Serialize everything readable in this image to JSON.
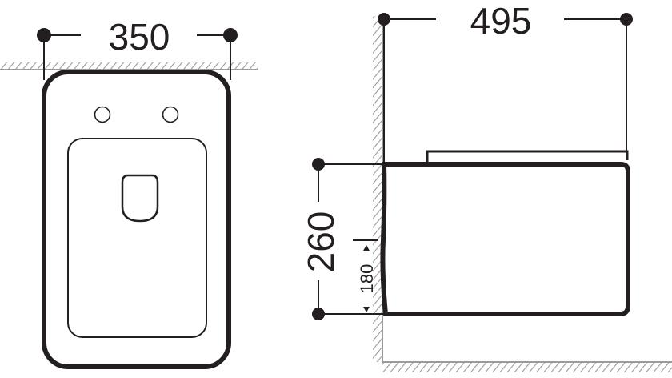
{
  "front_view": {
    "width_label": "350"
  },
  "side_view": {
    "depth_label": "495",
    "height_label": "260",
    "outlet_height_label": "180"
  },
  "colors": {
    "line": "#231f20",
    "hatch": "#9a9a9a"
  }
}
